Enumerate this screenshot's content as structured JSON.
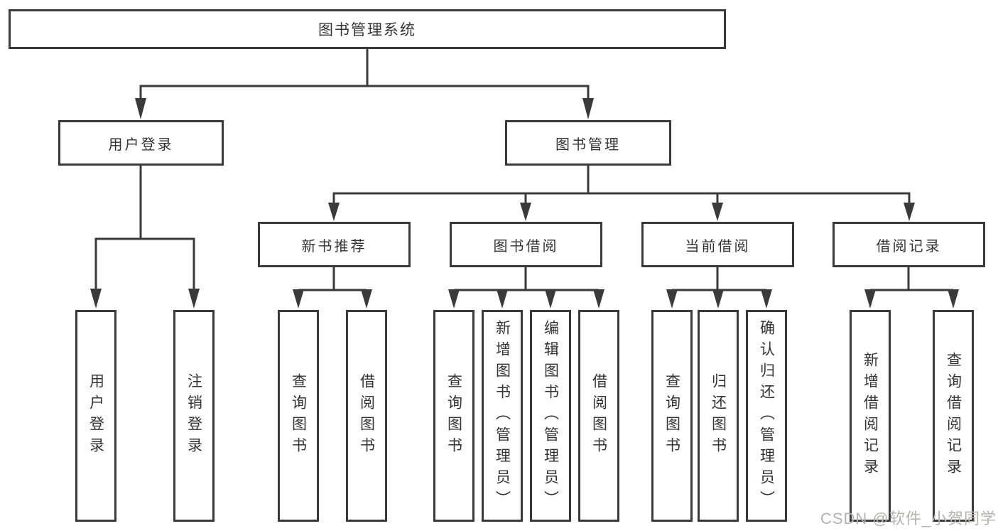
{
  "tree": {
    "label": "图书管理系统",
    "children": [
      {
        "label": "用户登录",
        "children": [
          {
            "label": "用户登录"
          },
          {
            "label": "注销登录"
          }
        ]
      },
      {
        "label": "图书管理",
        "children": [
          {
            "label": "新书推荐",
            "children": [
              {
                "label": "查询图书"
              },
              {
                "label": "借阅图书"
              }
            ]
          },
          {
            "label": "图书借阅",
            "children": [
              {
                "label": "查询图书"
              },
              {
                "label": "新增图书（管理员）"
              },
              {
                "label": "编辑图书（管理员）"
              },
              {
                "label": "借阅图书"
              }
            ]
          },
          {
            "label": "当前借阅",
            "children": [
              {
                "label": "查询图书"
              },
              {
                "label": "归还图书"
              },
              {
                "label": "确认归还（管理员）"
              }
            ]
          },
          {
            "label": "借阅记录",
            "children": [
              {
                "label": "新增借阅记录"
              },
              {
                "label": "查询借阅记录"
              }
            ]
          }
        ]
      }
    ]
  },
  "watermark": {
    "text": "CSDN @软件_小贺同学"
  },
  "colors": {
    "line": "#3a3a3a",
    "text": "#333333",
    "watermark": "#b7b1b1",
    "background": "#ffffff"
  }
}
